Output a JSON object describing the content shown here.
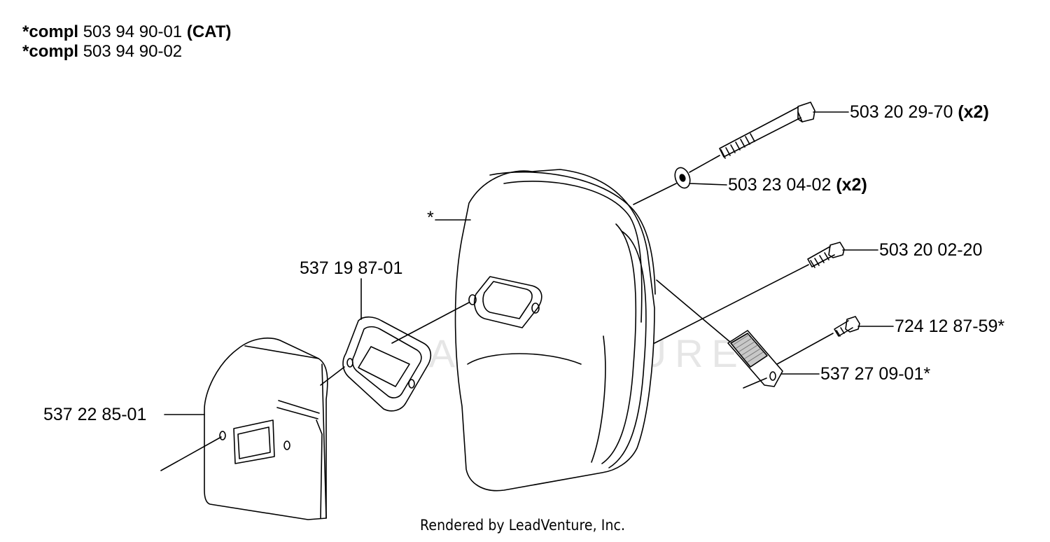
{
  "header": {
    "line1": {
      "bold": "*compl",
      "number": "503 94 90-01",
      "suffix": "(CAT)"
    },
    "line2": {
      "bold": "*compl",
      "number": "503 94 90-02"
    }
  },
  "callouts": {
    "bolt_long": {
      "number": "503 20 29-70",
      "qty": "(x2)"
    },
    "washer": {
      "number": "503 23 04-02",
      "qty": "(x2)"
    },
    "bolt_short": {
      "number": "503 20 02-20"
    },
    "screw": {
      "number": "724 12 87-59*"
    },
    "plate": {
      "number": "537 27 09-01*"
    },
    "gasket": {
      "number": "537 19 87-01"
    },
    "heat_shield": {
      "number": "537 22 85-01"
    },
    "muffler": {
      "number": "*"
    }
  },
  "watermark": {
    "text": "LEADVENTURE"
  },
  "footer": {
    "text": "Rendered by LeadVenture, Inc."
  }
}
